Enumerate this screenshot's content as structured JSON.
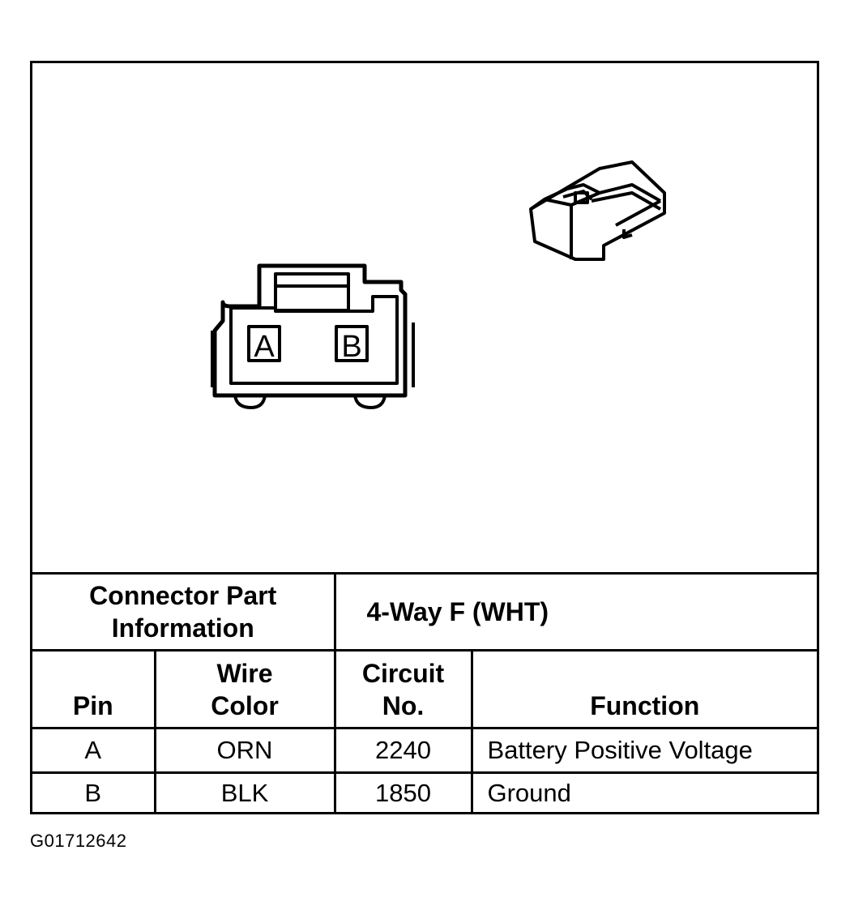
{
  "connector_face": {
    "pins": [
      {
        "label": "A"
      },
      {
        "label": "B"
      }
    ]
  },
  "connector_info": {
    "header_label": "Connector Part Information",
    "header_value": "4-Way F (WHT)"
  },
  "table": {
    "columns": [
      "Pin",
      "Wire Color",
      "Circuit No.",
      "Function"
    ],
    "rows": [
      {
        "pin": "A",
        "wire_color": "ORN",
        "circuit": "2240",
        "function": "Battery Positive Voltage"
      },
      {
        "pin": "B",
        "wire_color": "BLK",
        "circuit": "1850",
        "function": "Ground"
      }
    ]
  },
  "figure_id": "G01712642"
}
